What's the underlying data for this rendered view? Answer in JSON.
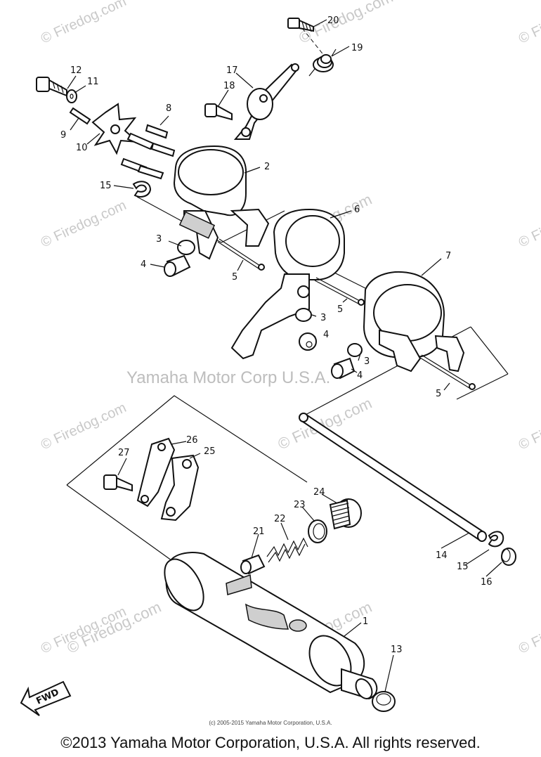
{
  "diagram": {
    "watermark_text": "© Firedog.com",
    "center_watermark": "© Firedog.com",
    "yamaha_watermark": "Yamaha Motor Corp U.S.A.",
    "fwd_label": "FWD",
    "small_copyright": "(c) 2005-2015 Yamaha Motor Corporation, U.S.A.",
    "copyright": "©2013 Yamaha Motor Corporation, U.S.A. All rights reserved.",
    "callouts": {
      "c1": "1",
      "c2": "2",
      "c3a": "3",
      "c3b": "3",
      "c3c": "3",
      "c4a": "4",
      "c4b": "4",
      "c4c": "4",
      "c5a": "5",
      "c5b": "5",
      "c5c": "5",
      "c6": "6",
      "c7": "7",
      "c8": "8",
      "c9": "9",
      "c10": "10",
      "c11": "11",
      "c12": "12",
      "c13": "13",
      "c14": "14",
      "c15a": "15",
      "c15b": "15",
      "c16": "16",
      "c17": "17",
      "c18": "18",
      "c19": "19",
      "c20": "20",
      "c21": "21",
      "c22": "22",
      "c23": "23",
      "c24": "24",
      "c25": "25",
      "c26": "26",
      "c27": "27"
    }
  }
}
